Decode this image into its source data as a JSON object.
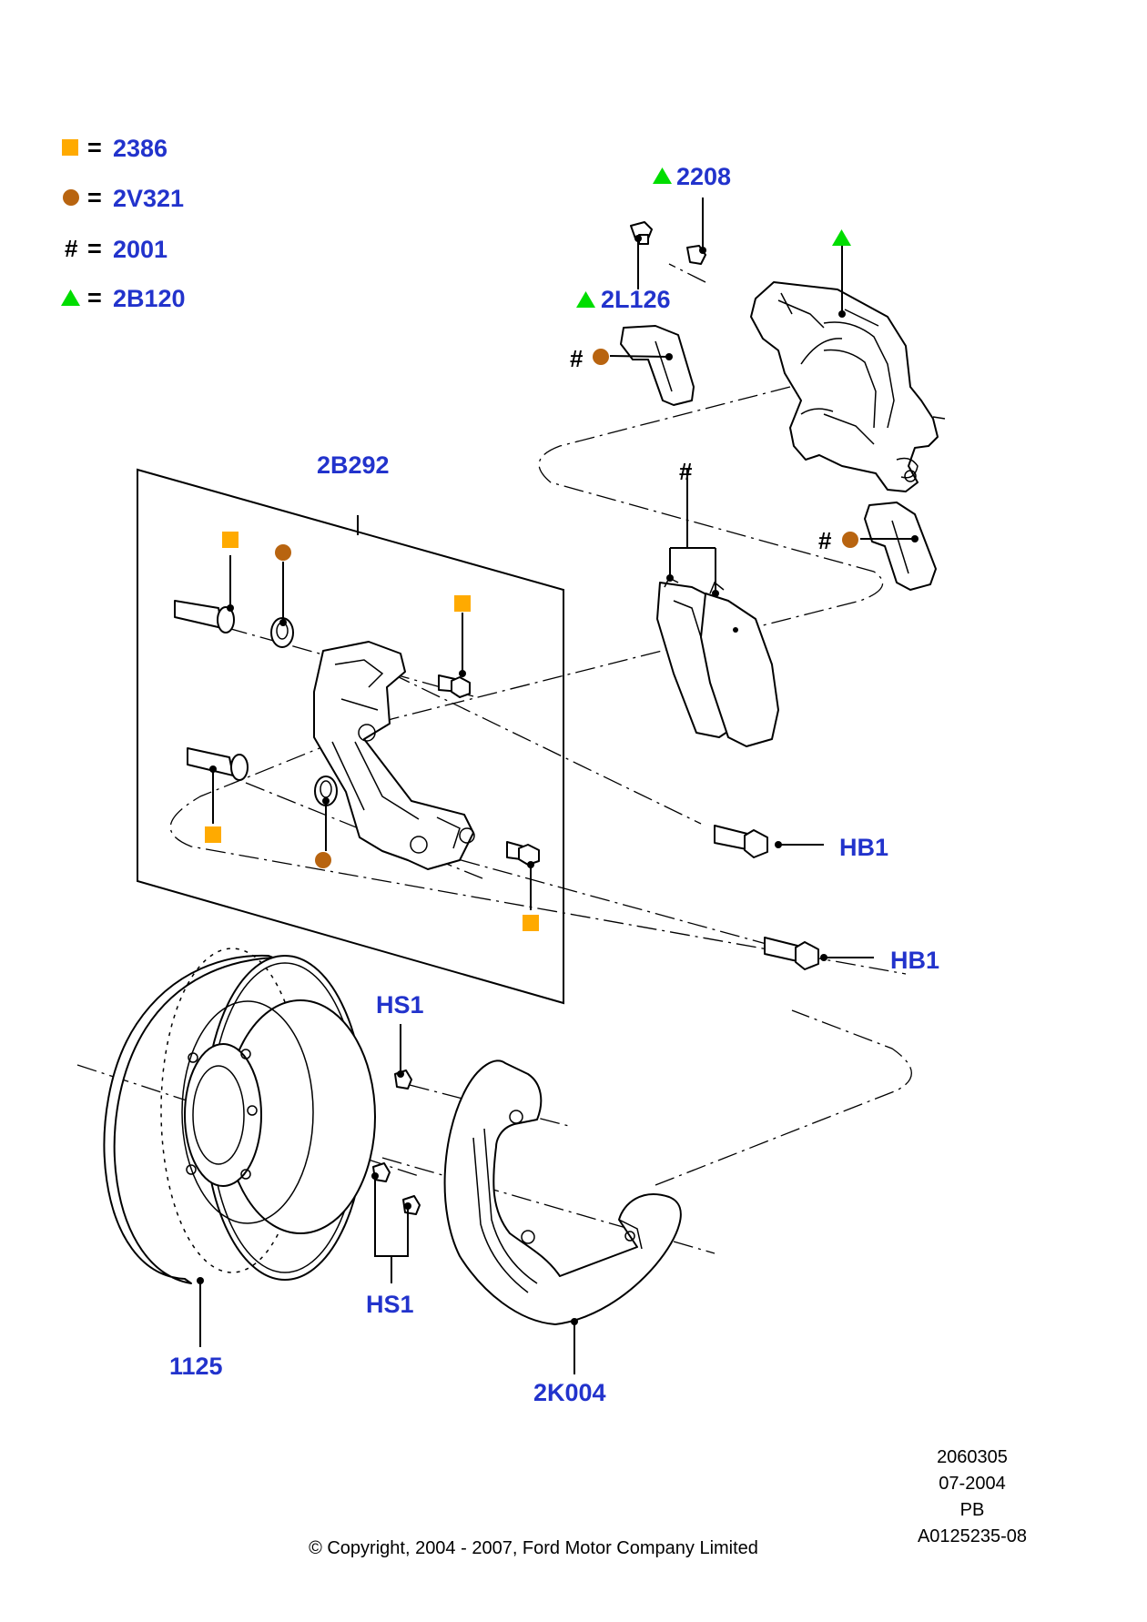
{
  "colors": {
    "label_blue": "#2233cc",
    "square_orange": "#ffaa00",
    "circle_brown": "#b86410",
    "triangle_green": "#00dd00",
    "line": "#000000"
  },
  "legend": [
    {
      "icon": "orange-square-icon",
      "eq": "=",
      "code": "2386"
    },
    {
      "icon": "brown-circle-icon",
      "eq": "=",
      "code": "2V321"
    },
    {
      "icon": "hash-icon",
      "eq": "=",
      "code": "2001"
    },
    {
      "icon": "green-triangle-icon",
      "eq": "=",
      "code": "2B120"
    }
  ],
  "symbols": {
    "hash": "#"
  },
  "labels": {
    "carrier": "2B292",
    "bleed_screw": "2208",
    "bleed_cap": "2L126",
    "bolt_upper": "HB1",
    "bolt_lower": "HB1",
    "shield_screw_top": "HS1",
    "shield_screw_bottom": "HS1",
    "disc": "1125",
    "shield": "2K004"
  },
  "footer": {
    "code": "2060305",
    "date": "07-2004",
    "initials": "PB",
    "ref": "A0125235-08",
    "copyright": "© Copyright, 2004 - 2007, Ford Motor Company Limited"
  }
}
